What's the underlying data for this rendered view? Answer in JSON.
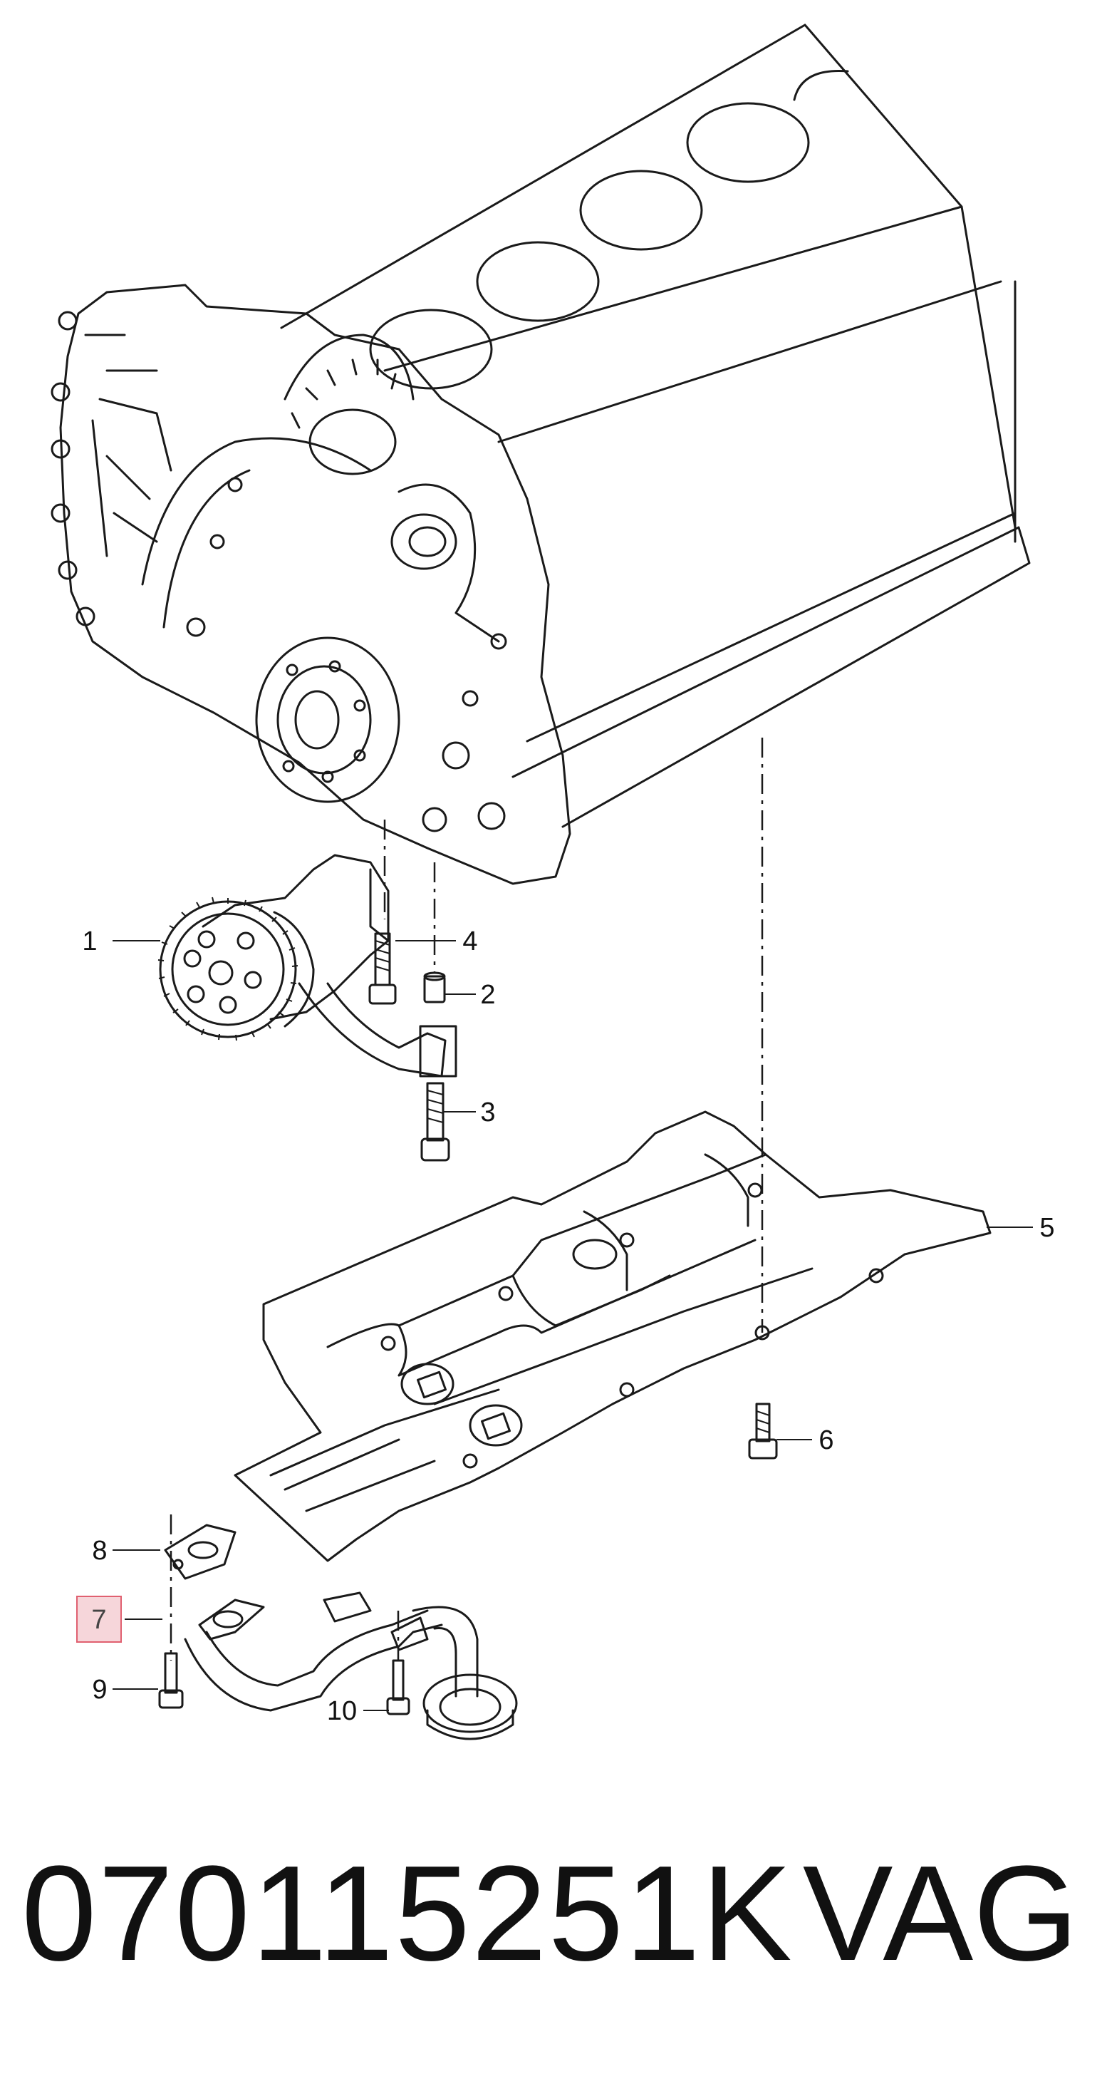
{
  "callouts": [
    {
      "number": "1",
      "part": "oil-pump",
      "highlighted": false
    },
    {
      "number": "2",
      "part": "dowel-sleeve",
      "highlighted": false
    },
    {
      "number": "3",
      "part": "bolt",
      "highlighted": false
    },
    {
      "number": "4",
      "part": "bolt",
      "highlighted": false
    },
    {
      "number": "5",
      "part": "baffle-plate",
      "highlighted": false
    },
    {
      "number": "6",
      "part": "bolt",
      "highlighted": false
    },
    {
      "number": "7",
      "part": "intake-pipe",
      "highlighted": true
    },
    {
      "number": "8",
      "part": "gasket",
      "highlighted": false
    },
    {
      "number": "9",
      "part": "bolt",
      "highlighted": false
    },
    {
      "number": "10",
      "part": "bolt",
      "highlighted": false
    }
  ],
  "highlight_color": "#f6d6da",
  "highlight_border": "#e06070",
  "footer": {
    "part_number": "070115251K",
    "brand": "VAG"
  }
}
